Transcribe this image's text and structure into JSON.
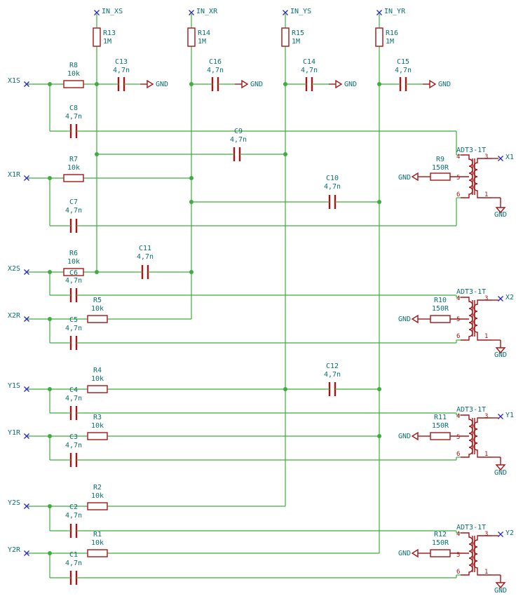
{
  "ports": {
    "in_xs": "IN_XS",
    "in_xr": "IN_XR",
    "in_ys": "IN_YS",
    "in_yr": "IN_YR",
    "x1s": "X1S",
    "x1r": "X1R",
    "x2s": "X2S",
    "x2r": "X2R",
    "y1s": "Y1S",
    "y1r": "Y1R",
    "y2s": "Y2S",
    "y2r": "Y2R",
    "x1": "X1",
    "x2": "X2",
    "y1": "Y1",
    "y2": "Y2"
  },
  "gnd": "GND",
  "resistors": {
    "r1": {
      "ref": "R1",
      "value": "10k"
    },
    "r2": {
      "ref": "R2",
      "value": "10k"
    },
    "r3": {
      "ref": "R3",
      "value": "10k"
    },
    "r4": {
      "ref": "R4",
      "value": "10k"
    },
    "r5": {
      "ref": "R5",
      "value": "10k"
    },
    "r6": {
      "ref": "R6",
      "value": "10k"
    },
    "r7": {
      "ref": "R7",
      "value": "10k"
    },
    "r8": {
      "ref": "R8",
      "value": "10k"
    },
    "r9": {
      "ref": "R9",
      "value": "150R"
    },
    "r10": {
      "ref": "R10",
      "value": "150R"
    },
    "r11": {
      "ref": "R11",
      "value": "150R"
    },
    "r12": {
      "ref": "R12",
      "value": "150R"
    },
    "r13": {
      "ref": "R13",
      "value": "1M"
    },
    "r14": {
      "ref": "R14",
      "value": "1M"
    },
    "r15": {
      "ref": "R15",
      "value": "1M"
    },
    "r16": {
      "ref": "R16",
      "value": "1M"
    }
  },
  "capacitors": {
    "c1": {
      "ref": "C1",
      "value": "4,7n"
    },
    "c2": {
      "ref": "C2",
      "value": "4,7n"
    },
    "c3": {
      "ref": "C3",
      "value": "4,7n"
    },
    "c4": {
      "ref": "C4",
      "value": "4,7n"
    },
    "c5": {
      "ref": "C5",
      "value": "4,7n"
    },
    "c6": {
      "ref": "C6",
      "value": "4,7n"
    },
    "c7": {
      "ref": "C7",
      "value": "4,7n"
    },
    "c8": {
      "ref": "C8",
      "value": "4,7n"
    },
    "c9": {
      "ref": "C9",
      "value": "4,7n"
    },
    "c10": {
      "ref": "C10",
      "value": "4,7n"
    },
    "c11": {
      "ref": "C11",
      "value": "4,7n"
    },
    "c12": {
      "ref": "C12",
      "value": "4,7n"
    },
    "c13": {
      "ref": "C13",
      "value": "4,7n"
    },
    "c14": {
      "ref": "C14",
      "value": "4,7n"
    },
    "c15": {
      "ref": "C15",
      "value": "4,7n"
    },
    "c16": {
      "ref": "C16",
      "value": "4,7n"
    }
  },
  "transformer": {
    "part": "ADT3-1T",
    "pins": {
      "p1": "1",
      "p3": "3",
      "p4": "4",
      "p5": "5",
      "p6": "6"
    }
  },
  "colors": {
    "wire": "#3dae3d",
    "part": "#a41515",
    "text": "#0b6e6e",
    "no_connect": "#2a2ab0"
  }
}
